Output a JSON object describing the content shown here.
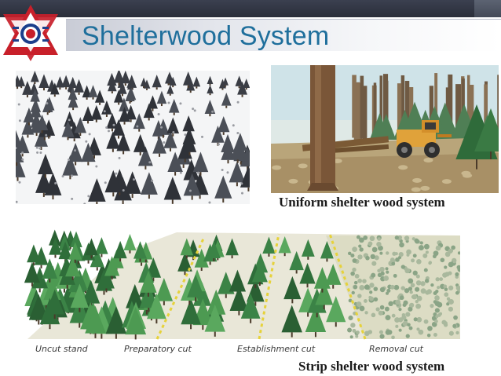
{
  "slide": {
    "title": "Shelterwood System",
    "captions": {
      "uniform": "Uniform shelter wood system",
      "strip": "Strip shelter wood system"
    },
    "strip_labels": [
      "Uncut stand",
      "Preparatory cut",
      "Establishment cut",
      "Removal cut"
    ]
  },
  "colors": {
    "title": "#1f6f9c",
    "topbar": "#2a2e3a",
    "logo_red": "#c8202a",
    "logo_blue": "#1c3f8c"
  },
  "icons": {
    "logo": "emblem-logo",
    "images": [
      "snowy-forest-picture",
      "logging-skidder-picture",
      "strip-shelterwood-diagram-picture"
    ]
  }
}
